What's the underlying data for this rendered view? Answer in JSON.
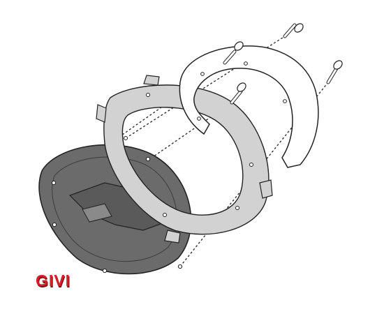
{
  "diagram": {
    "description_type": "exploded-assembly",
    "parts": [
      {
        "id": "tank-cap-plate",
        "label": ""
      },
      {
        "id": "mounting-flange-ring",
        "label": ""
      },
      {
        "id": "adapter-ring",
        "label": ""
      },
      {
        "id": "screws",
        "label": "",
        "count": 4
      }
    ]
  },
  "brand": {
    "logo_text": "GIVI",
    "logo_color": "#d4202a",
    "logo_shadow": "#7a1015"
  },
  "colors": {
    "plate_fill": "#6b6b6b",
    "ring_fill": "#d2d2d2",
    "adapter_fill": "#ffffff",
    "outline": "#222222"
  }
}
